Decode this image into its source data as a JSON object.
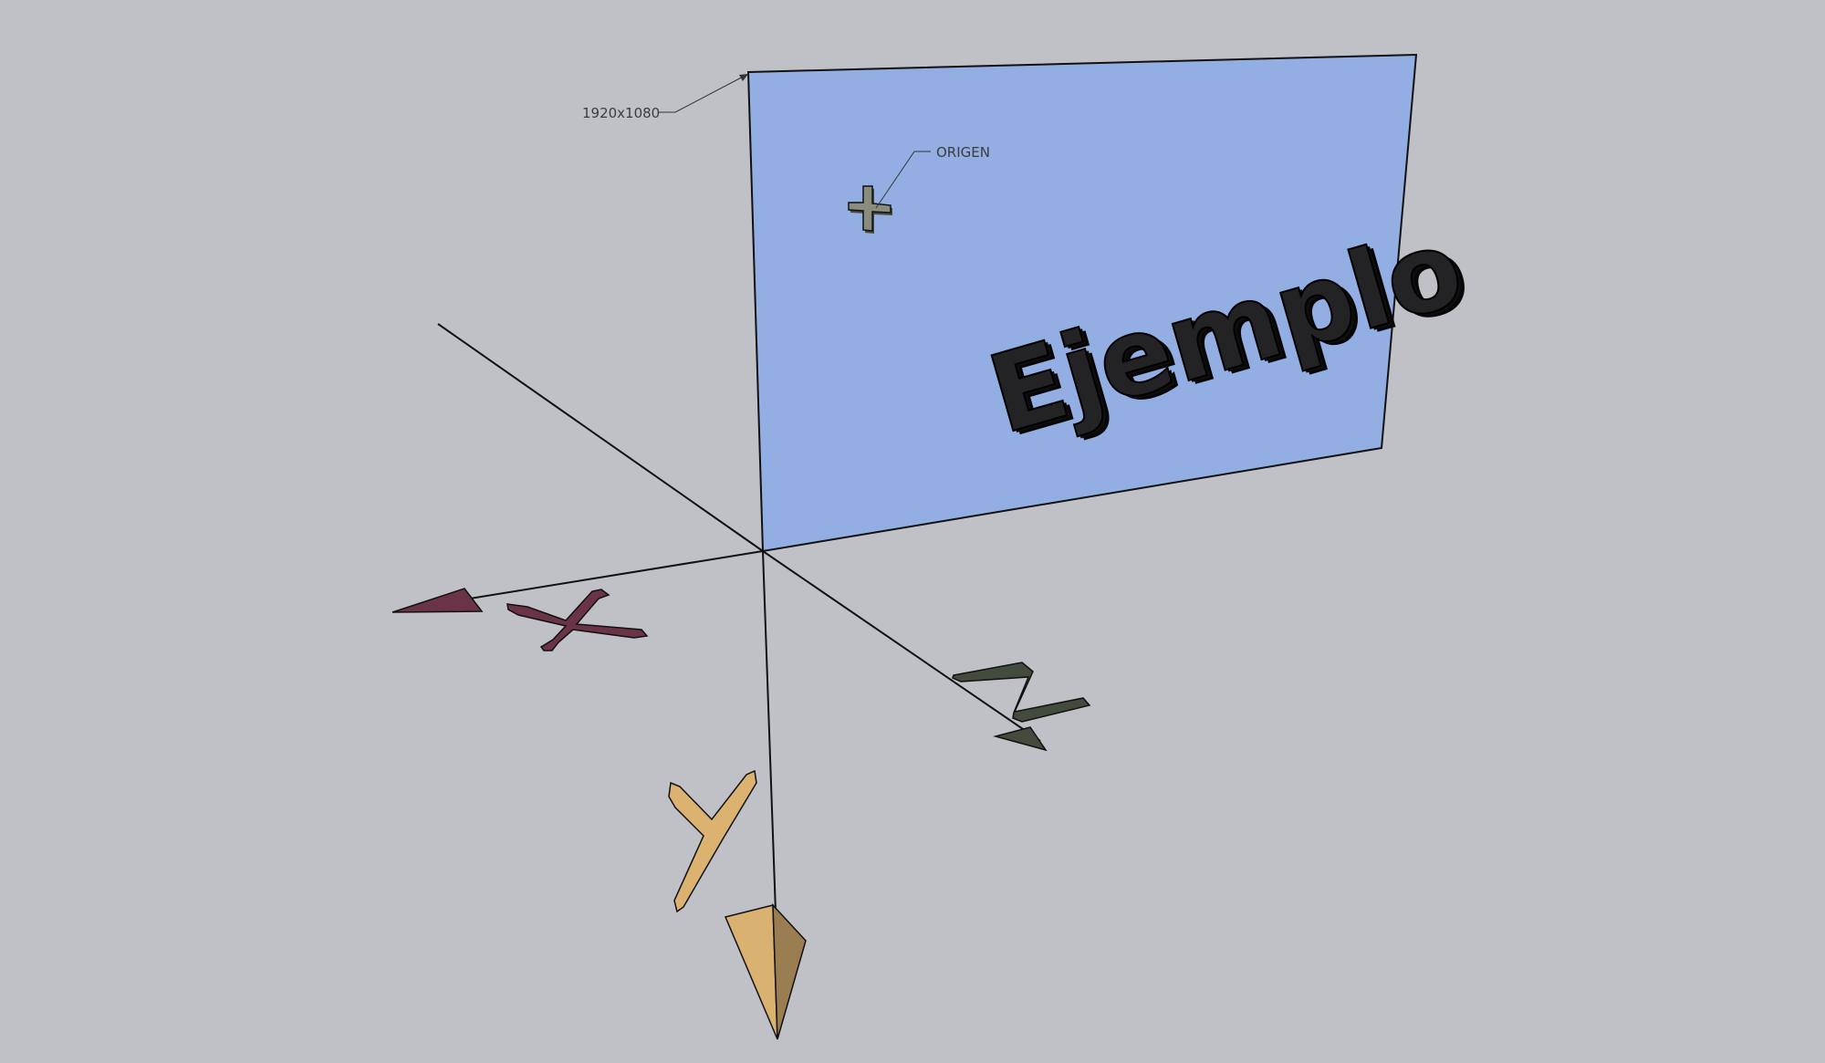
{
  "annotations": {
    "resolution_label": "1920x1080",
    "origin_label": "ORIGEN"
  },
  "plane": {
    "text": "Ejemplo",
    "fill_color": "#93aee3"
  },
  "axes": {
    "x": {
      "letter": "X",
      "color": "#6a3347"
    },
    "y": {
      "letter": "Y",
      "color": "#dcb270"
    },
    "z": {
      "letter": "Z",
      "color": "#434b3c"
    }
  },
  "icons": {
    "origin_marker": "crosshair-icon"
  }
}
